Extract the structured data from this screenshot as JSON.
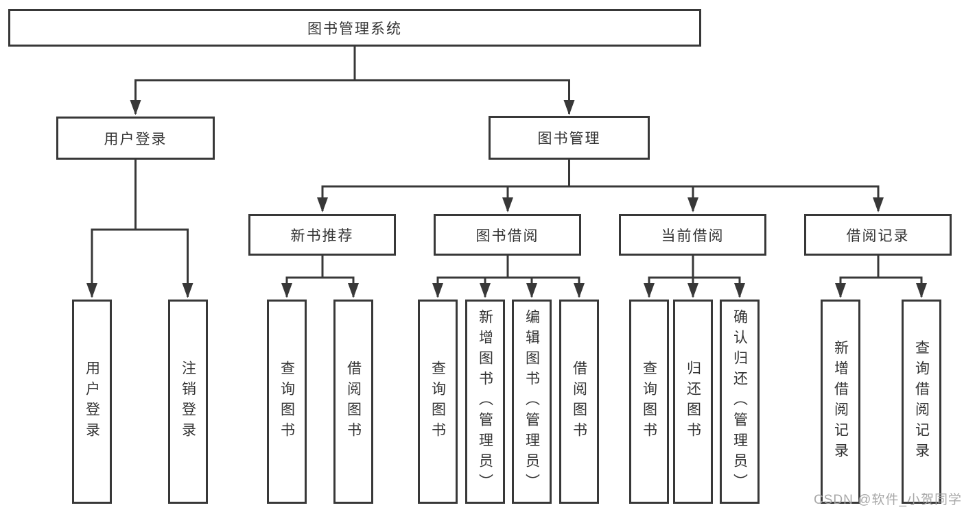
{
  "tree": {
    "root": {
      "label": "图书管理系统"
    },
    "branches": [
      {
        "label": "用户登录",
        "children": [
          {
            "label": "用户登录"
          },
          {
            "label": "注销登录"
          }
        ]
      },
      {
        "label": "图书管理",
        "children": [
          {
            "label": "新书推荐",
            "children": [
              {
                "label": "查询图书"
              },
              {
                "label": "借阅图书"
              }
            ]
          },
          {
            "label": "图书借阅",
            "children": [
              {
                "label": "查询图书"
              },
              {
                "label": "新增图书（管理员）"
              },
              {
                "label": "编辑图书（管理员）"
              },
              {
                "label": "借阅图书"
              }
            ]
          },
          {
            "label": "当前借阅",
            "children": [
              {
                "label": "查询图书"
              },
              {
                "label": "归还图书"
              },
              {
                "label": "确认归还（管理员）"
              }
            ]
          },
          {
            "label": "借阅记录",
            "children": [
              {
                "label": "新增借阅记录"
              },
              {
                "label": "查询借阅记录"
              }
            ]
          }
        ]
      }
    ]
  },
  "watermark": "CSDN @软件_小贺同学",
  "colors": {
    "line": "#383838",
    "text": "#333333",
    "watermark": "#a3a3a3",
    "background": "#ffffff"
  }
}
